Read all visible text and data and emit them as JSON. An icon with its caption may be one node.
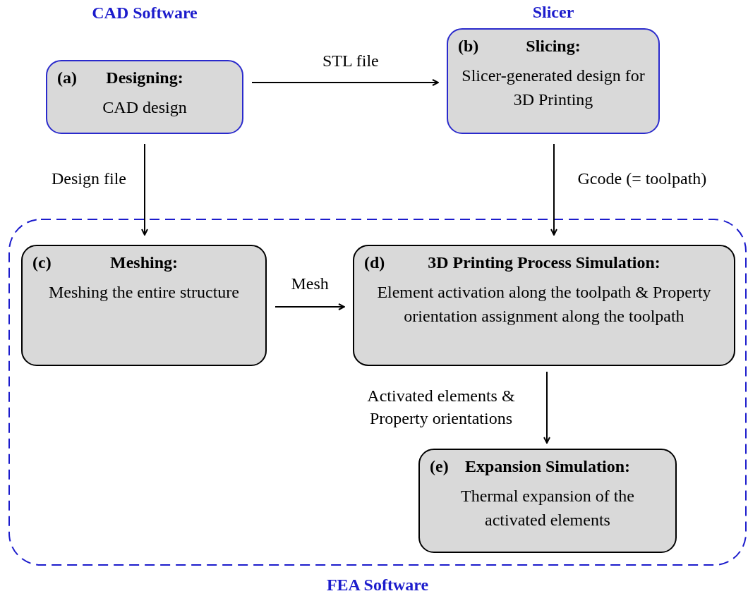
{
  "diagram": {
    "nodes": [
      {
        "text": [
          "CAD Software",
          "(a)",
          "Designing:",
          "CAD design"
        ]
      },
      {
        "text": [
          "Slicer",
          "(b)",
          "Slicing:",
          "Slicer-generated design for 3D Printing"
        ]
      },
      {
        "text": [
          "FEA Software"
        ]
      },
      {
        "text": [
          "(c)",
          "Meshing:",
          "Meshing the entire structure"
        ],
        "in": 2
      },
      {
        "text": [
          "(d)",
          "3D Printing Process Simulation:",
          "Element activation along the toolpath & Property orientation assignment along the toolpath"
        ],
        "in": 2
      },
      {
        "text": [
          "(e)",
          "Expansion Simulation:",
          "Thermal expansion of the activated elements"
        ],
        "in": 2
      }
    ],
    "edges": [
      {
        "from": 0,
        "to": 1,
        "arrow": "to",
        "label": "STL file"
      },
      {
        "from": 0,
        "to": 3,
        "arrow": "to",
        "label": "Design file"
      },
      {
        "from": 1,
        "to": 4,
        "arrow": "to",
        "label": "Gcode (= toolpath)"
      },
      {
        "from": 3,
        "to": 4,
        "arrow": "to",
        "label": "Mesh"
      },
      {
        "from": 4,
        "to": 5,
        "arrow": "to",
        "label": "Activated elements & Property orientations"
      }
    ]
  }
}
